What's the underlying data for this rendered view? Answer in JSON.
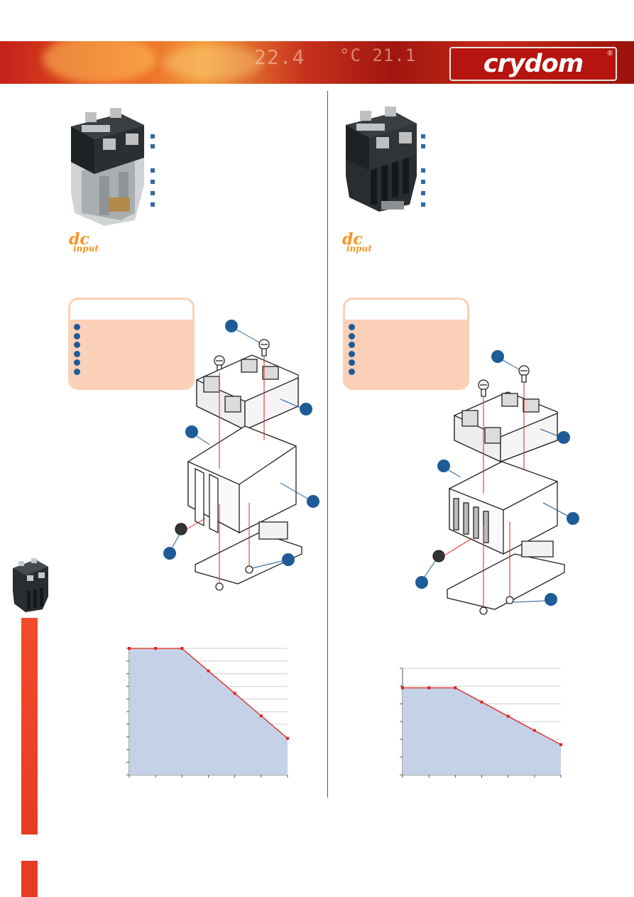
{
  "header": {
    "brand_name": "crydom",
    "registered_mark": "®",
    "banner_readout_1": "22.4",
    "banner_readout_2": "°C 21.1",
    "accent_color": "#e63d22",
    "brand_color": "#b5140f"
  },
  "left_panel": {
    "badge_line_1": "dc",
    "badge_line_2": "input",
    "feature_bullet_count": 6,
    "kit_parts_bullet_count": 6
  },
  "right_panel": {
    "badge_line_1": "dc",
    "badge_line_2": "input",
    "feature_bullet_count": 6,
    "kit_parts_bullet_count": 6
  },
  "chart_data": [
    {
      "type": "area",
      "x": [
        0,
        1,
        2,
        3,
        4,
        5,
        6
      ],
      "values": [
        9,
        9,
        9,
        7.4,
        5.8,
        4.2,
        2.6
      ],
      "ylim": [
        0,
        9
      ],
      "xlim": [
        0,
        6
      ],
      "grid": true,
      "fill_color": "#c4d1e6",
      "line_color": "#e2231a"
    },
    {
      "type": "area",
      "x": [
        0,
        1,
        2,
        3,
        4,
        5,
        6
      ],
      "values": [
        4.9,
        4.9,
        4.9,
        4.1,
        3.3,
        2.5,
        1.7
      ],
      "ylim": [
        0,
        6
      ],
      "xlim": [
        0,
        6
      ],
      "grid": true,
      "fill_color": "#c4d1e6",
      "line_color": "#e2231a"
    }
  ]
}
